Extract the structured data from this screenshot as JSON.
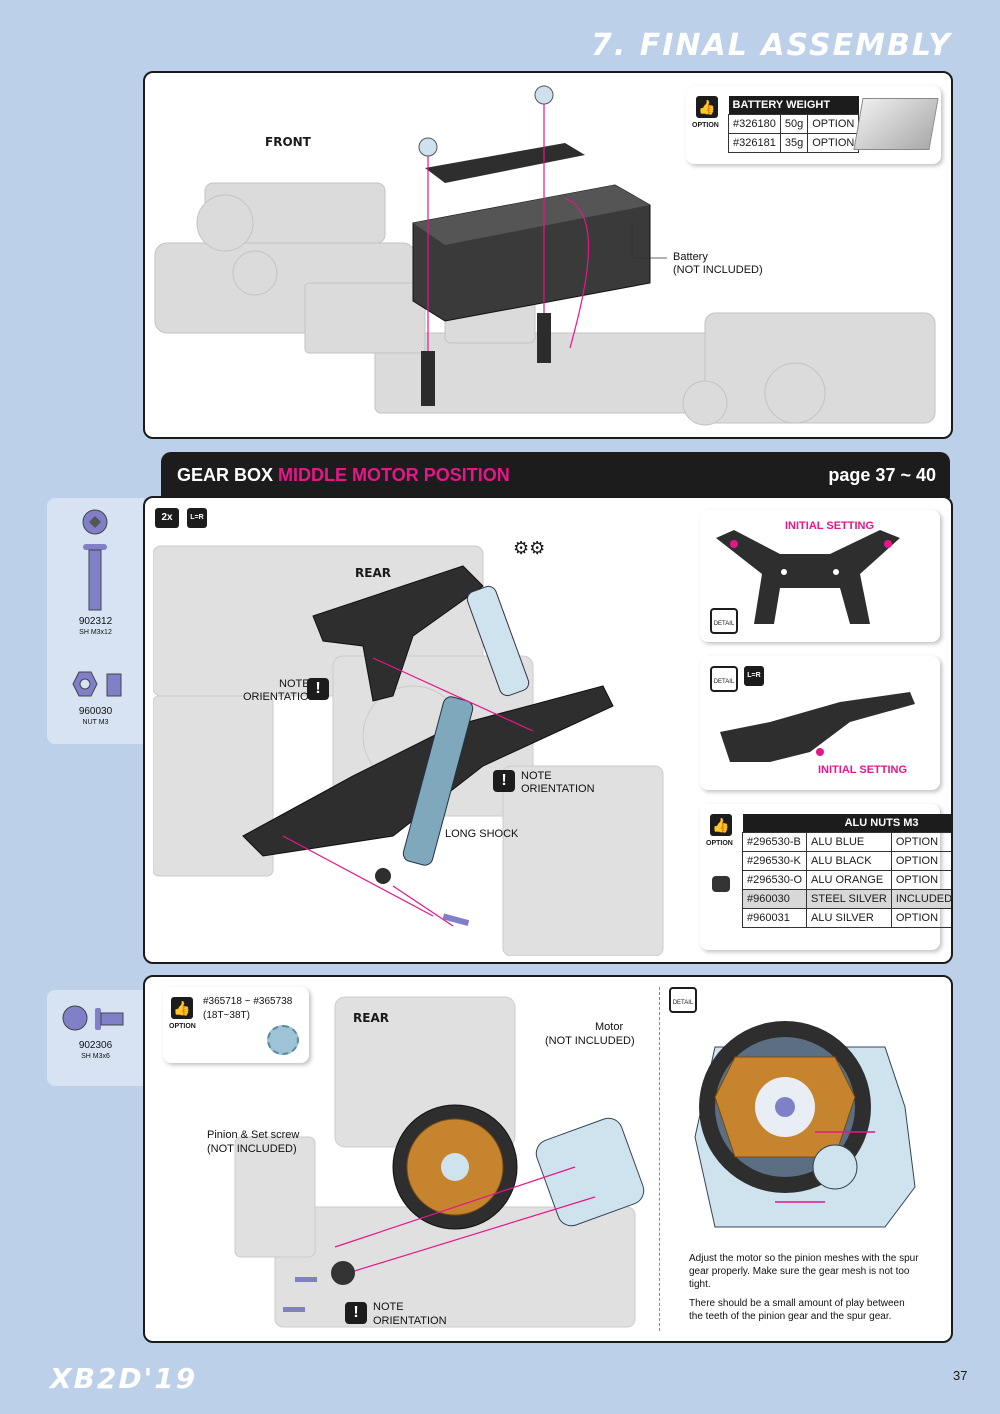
{
  "header": {
    "section_title": "7. FINAL ASSEMBLY"
  },
  "step1": {
    "front_label": "FRONT",
    "battery_label": "Battery",
    "battery_note": "(NOT INCLUDED)",
    "option_label": "OPTION",
    "table_title": "BATTERY WEIGHT",
    "rows": [
      {
        "code": "#326180",
        "weight": "50g",
        "type": "OPTION"
      },
      {
        "code": "#326181",
        "weight": "35g",
        "type": "OPTION"
      }
    ]
  },
  "step2": {
    "title_white": "GEAR BOX",
    "title_magenta": "MIDDLE MOTOR POSITION",
    "page_ref": "page 37 ~ 40",
    "qty_badge": "2x",
    "lr_badge": "L=R",
    "rear_label": "REAR",
    "note1": "NOTE",
    "note1b": "ORIENTATION",
    "note2": "NOTE",
    "note2b": "ORIENTATION",
    "long_shock": "LONG SHOCK",
    "parts": [
      {
        "code": "902312",
        "size": "SH M3x12"
      },
      {
        "code": "960030",
        "size": "NUT M3"
      }
    ],
    "detail1_label": "INITIAL SETTING",
    "detail2_label": "INITIAL SETTING",
    "detail_tag": "DETAIL",
    "option_label": "OPTION",
    "nuts_title": "ALU NUTS M3",
    "nuts_rows": [
      {
        "code": "#296530-B",
        "name": "ALU BLUE",
        "type": "OPTION"
      },
      {
        "code": "#296530-K",
        "name": "ALU BLACK",
        "type": "OPTION"
      },
      {
        "code": "#296530-O",
        "name": "ALU ORANGE",
        "type": "OPTION"
      },
      {
        "code": "#960030",
        "name": "STEEL SILVER",
        "type": "INCLUDED"
      },
      {
        "code": "#960031",
        "name": "ALU SILVER",
        "type": "OPTION"
      }
    ]
  },
  "step3": {
    "parts": [
      {
        "code": "902306",
        "size": "SH M3x6"
      }
    ],
    "option_label": "OPTION",
    "pinion_range": "#365718 ~ #365738",
    "pinion_teeth": "(18T~38T)",
    "rear_label": "REAR",
    "motor_label": "Motor",
    "motor_note": "(NOT INCLUDED)",
    "pinion_label": "Pinion & Set screw",
    "pinion_note": "(NOT INCLUDED)",
    "note": "NOTE",
    "note_b": "ORIENTATION",
    "detail_tag": "DETAIL",
    "text1": "Adjust the motor so the pinion meshes with the spur gear properly. Make sure the gear mesh is not too tight.",
    "text2": "There should be a small amount of play between the teeth of the pinion gear and the spur gear."
  },
  "footer": {
    "logo": "XB2D'19",
    "page_number": "37"
  },
  "colors": {
    "accent": "#e6168a",
    "background": "#bcd0ea",
    "panel_border": "#1b1b1b"
  }
}
